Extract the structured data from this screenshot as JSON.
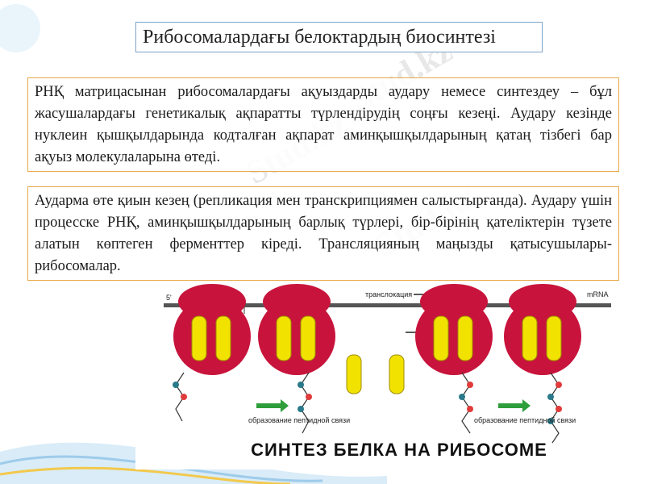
{
  "slide": {
    "title": "Рибосомалардағы белоктардың биосинтезі",
    "paragraph1": "РНҚ матрицасынан рибосомалардағы ақуыздарды аудару немесе синтездеу – бұл жасушалардағы генетикалық ақпаратты түрлендірудің соңғы кезеңі. Аудару кезінде нуклеин қышқылдарында кодталған ақпарат аминқышқылдарының қатаң тізбегі бар ақуыз молекулаларына өтеді.",
    "paragraph2": "Аударма өте қиын кезең (репликация мен транскрипциямен салыстырғанда). Аудару үшін процесске РНҚ, аминқышқылдарының барлық түрлері, бір-бірінің қателіктерін түзете алатын көптеген ферменттер кіреді. Трансляцияның маңызды қатысушылары-рибосомалар."
  },
  "figure": {
    "caption": "СИНТЕЗ БЕЛКА НА РИБОСОМЕ",
    "label_5prime": "5'",
    "label_translocation": "транслокация",
    "label_mrna": "mRNA",
    "label_peptide_bond_1": "образование пептидной связи",
    "label_peptide_bond_2": "образование пептидной связи",
    "colors": {
      "ribosome": "#c8143c",
      "trna": "#f2e200",
      "mrna_bar": "#555555"
    }
  },
  "watermark": {
    "text": "Stud.kz"
  }
}
